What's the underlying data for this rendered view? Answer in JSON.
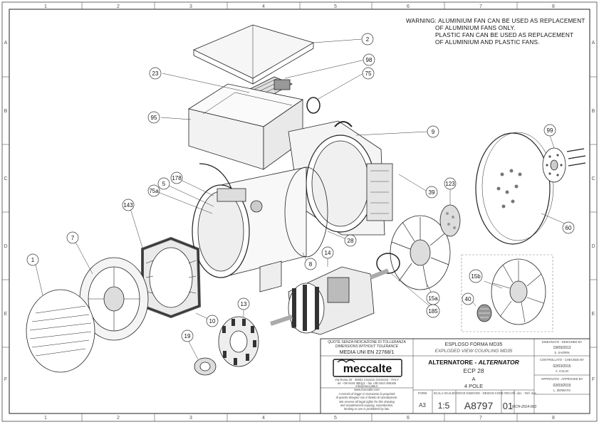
{
  "zones": {
    "columns": [
      "1",
      "2",
      "3",
      "4",
      "5",
      "6",
      "7",
      "8"
    ],
    "rows": [
      "A",
      "B",
      "C",
      "D",
      "E",
      "F"
    ]
  },
  "warning": {
    "line1": "WARNING: ALUMINIUM FAN CAN BE USED AS REPLACEMENT",
    "line2": "OF ALUMINIUM FANS ONLY.",
    "line3": "PLASTIC FAN CAN BE USED AS REPLACEMENT",
    "line4": "OF ALUMINIUM AND PLASTIC FANS."
  },
  "callouts": [
    "2",
    "98",
    "23",
    "75",
    "95",
    "9",
    "99",
    "178",
    "5",
    "75a",
    "39",
    "123",
    "143",
    "28",
    "60",
    "7",
    "1",
    "8",
    "14",
    "15b",
    "15a",
    "185",
    "40",
    "13",
    "10",
    "19"
  ],
  "title_block": {
    "tolerance_it": "QUOTE SENZA INDICAZIONE DI TOLLERANZA",
    "tolerance_en": "DIMENSIONS WITHOUT TOLERANCE",
    "standard": "MEDIA UNI EN 22768/1",
    "company": "meccalte",
    "address": "Via Roma 20 - 36051 Creazzo (Vicenza) - ITALY",
    "phone": "tel. +39 0444 396111 - fax +39 0444 396166",
    "email": "info@meccalte.it",
    "web": "www.meccalte.com",
    "legal1": "A termini di legge ci riserviamo la proprietà",
    "legal2": "di questo disegno con il divieto di riproduzione.",
    "legal3": "We reserve all legal rights for this drawing",
    "legal4": "and unauthorised copying, reproduction,",
    "legal5": "lending or use is prohibited by law.",
    "desc_it": "ESPLOSO FORMA MD35",
    "desc_en": "EXPLODED VIEW COUPLING MD35",
    "product_it": "ALTERNATORE",
    "product_en": "ALTERNATOR",
    "model": "ECP 28",
    "variant": "A",
    "poles": "4 POLE",
    "scale_label": "SCALA-SCALE",
    "scale": "1:5",
    "code_label": "CODICE DISEGNO - DESIGN CODE",
    "code": "A8797",
    "rev_label": "REV.",
    "rev": "01",
    "ref_label": "Rif. doc. - Ref. doc.",
    "ref": "MCH-2014-063",
    "format_label": "FORM",
    "format": "A3",
    "drawn_label": "DISEGNATO - DESIGNED BY",
    "drawn_date": "19/09/2013",
    "drawn_by": "S. SAORIN",
    "checked_label": "CONTROLLATO - CHECKED BY",
    "checked_date": "02/03/2015",
    "checked_by": "A. COLIO",
    "approved_label": "APPROVATO - APPROVED BY",
    "approved_date": "02/03/2015",
    "approved_by": "L. ZERBATO"
  }
}
